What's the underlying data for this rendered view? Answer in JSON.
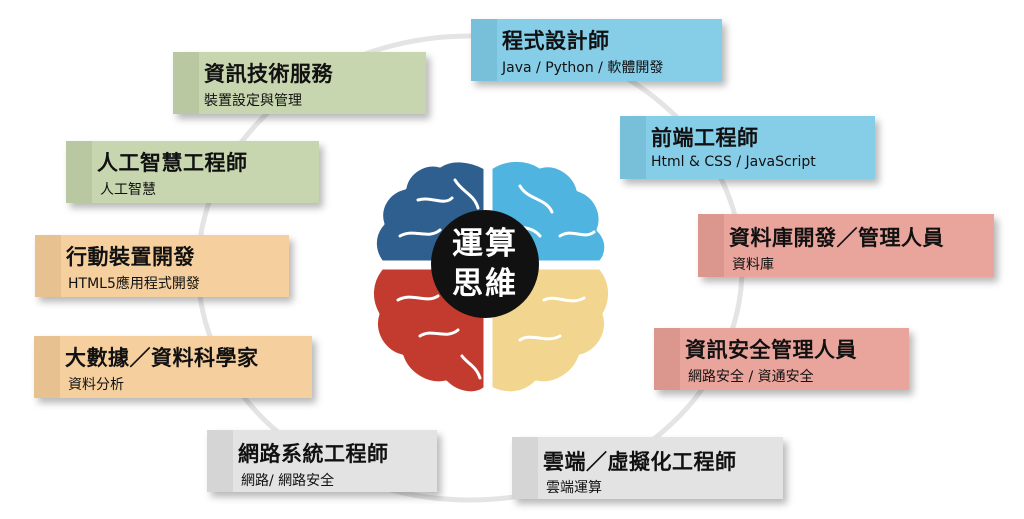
{
  "center": {
    "line1": "運算",
    "line2": "思維"
  },
  "colors": {
    "green": "#c8d6b0",
    "orange": "#f6cf9e",
    "gray": "#e3e3e3",
    "blue": "#86cde8",
    "red": "#e9a49c",
    "brain_navy": "#2f5f8f",
    "brain_cyan": "#4fb5e0",
    "brain_red": "#c23b2e",
    "brain_yellow": "#f2d58e"
  },
  "roles": [
    {
      "id": "it-services",
      "title": "資訊技術服務",
      "subtitle": "裝置設定與管理",
      "color": "green"
    },
    {
      "id": "ai-engineer",
      "title": "人工智慧工程師",
      "subtitle": "人工智慧",
      "color": "green"
    },
    {
      "id": "mobile-dev",
      "title": "行動裝置開發",
      "subtitle": "HTML5應用程式開發",
      "color": "orange"
    },
    {
      "id": "big-data",
      "title": "大數據／資料科學家",
      "subtitle": "資料分析",
      "color": "orange"
    },
    {
      "id": "network-engineer",
      "title": "網路系統工程師",
      "subtitle": "網路/ 網路安全",
      "color": "gray"
    },
    {
      "id": "programmer",
      "title": "程式設計師",
      "subtitle": "Java / Python / 軟體開發",
      "color": "blue"
    },
    {
      "id": "frontend",
      "title": "前端工程師",
      "subtitle": "Html & CSS / JavaScript",
      "color": "blue"
    },
    {
      "id": "dba",
      "title": "資料庫開發／管理人員",
      "subtitle": "資料庫",
      "color": "red"
    },
    {
      "id": "security",
      "title": "資訊安全管理人員",
      "subtitle": "網路安全 / 資通安全",
      "color": "red"
    },
    {
      "id": "cloud",
      "title": "雲端／虛擬化工程師",
      "subtitle": "雲端運算",
      "color": "gray"
    }
  ]
}
